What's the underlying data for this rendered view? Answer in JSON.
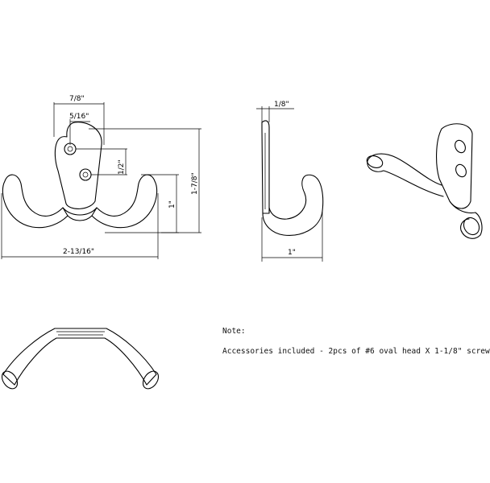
{
  "dimensions": {
    "front_plate_width": "7/8\"",
    "hole_offset": "5/16\"",
    "hole_spacing": "1/2\"",
    "hook_depth": "1\"",
    "overall_height": "1-7/8\"",
    "overall_width": "2-13/16\"",
    "thickness": "1/8\"",
    "side_projection": "1\""
  },
  "note": {
    "heading": "Note:",
    "text": "Accessories included - 2pcs of #6 oval head X 1-1/8\" screw"
  }
}
